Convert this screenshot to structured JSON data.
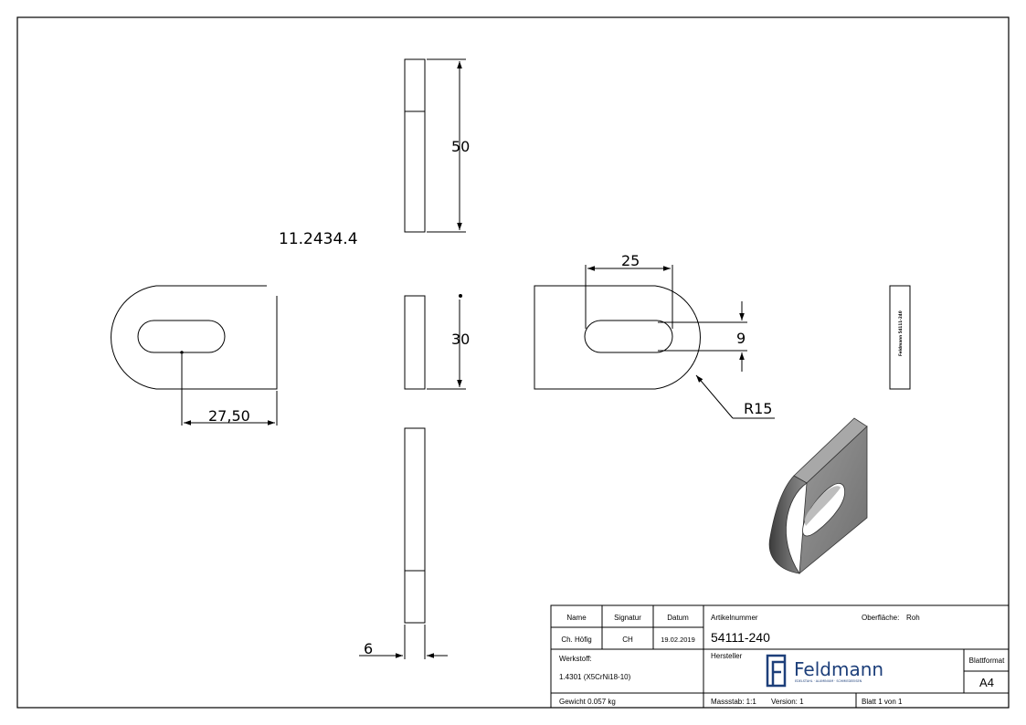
{
  "drawing": {
    "part_number_label": "11.2434.4",
    "dimensions": {
      "length_top": "50",
      "length_slot": "30",
      "thickness": "6",
      "offset": "27,50",
      "slot_length": "25",
      "slot_width": "9",
      "radius": "R15"
    },
    "edge_marking": "Feldmann 54111-240"
  },
  "title_block": {
    "name_label": "Name",
    "signature_label": "Signatur",
    "date_label": "Datum",
    "article_label": "Artikelnummer",
    "surface_label": "Oberfläche:",
    "surface_value": "Roh",
    "name_value": "Ch. Höfig",
    "signature_value": "CH",
    "date_value": "19.02.2019",
    "article_value": "54111-240",
    "material_label": "Werkstoff:",
    "material_value": "1.4301 (X5CrNi18-10)",
    "manufacturer_label": "Hersteller",
    "sheet_format_label": "Blattformat",
    "sheet_format_value": "A4",
    "weight": "Gewicht 0.057 kg",
    "scale": "Massstab: 1:1",
    "version": "Version: 1",
    "sheet": "Blatt 1 von 1"
  },
  "logo": {
    "brand": "Feldmann",
    "tagline": "EDELSTAHL · ALUMINIUM · SCHMIEDEEISEN",
    "brand_color": "#1d3f7a"
  }
}
